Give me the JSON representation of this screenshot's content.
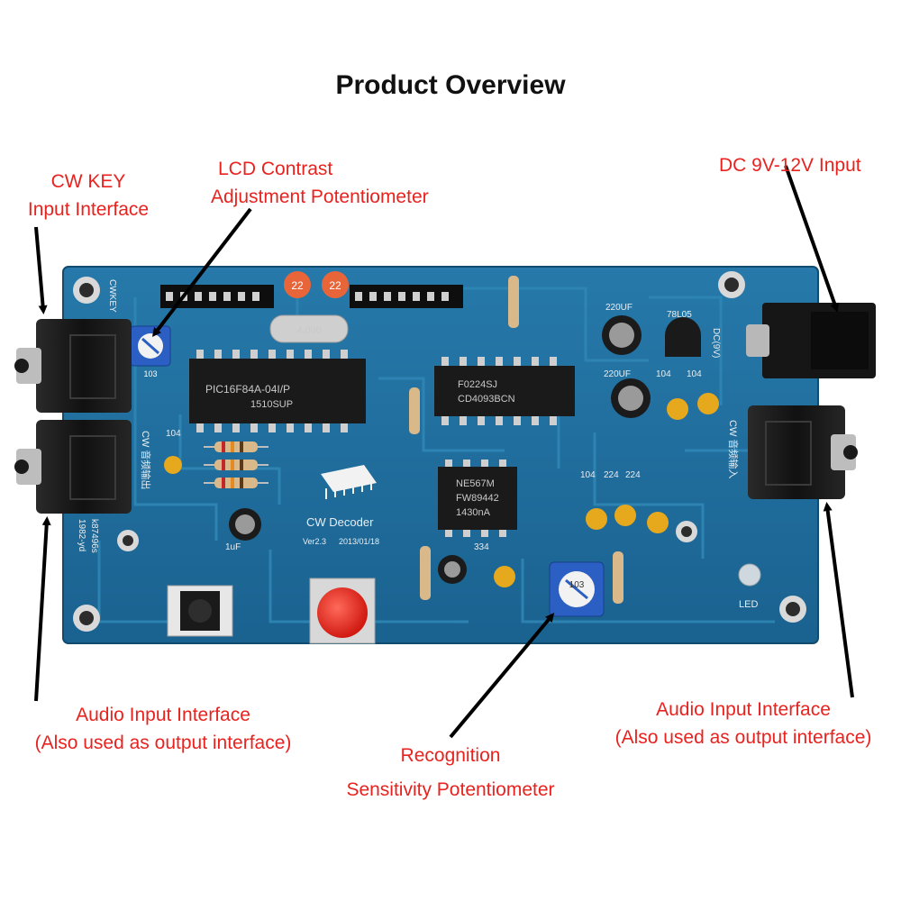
{
  "title": "Product Overview",
  "callouts": {
    "cw_key": [
      "CW KEY",
      "Input Interface"
    ],
    "lcd_contrast": [
      "LCD Contrast",
      "Adjustment Potentiometer"
    ],
    "dc_input": [
      "DC 9V-12V Input"
    ],
    "audio_left": [
      "Audio Input Interface",
      "(Also used as output interface)"
    ],
    "recognition": [
      "Recognition",
      "Sensitivity Potentiometer"
    ],
    "audio_right": [
      "Audio Input Interface",
      "(Also used as output interface)"
    ]
  },
  "board": {
    "product_name": "CW Decoder",
    "version": "Ver2.3",
    "date": "2013/01/18",
    "mcu_chip": [
      "PIC16F84A-04I/P",
      "1510SUP"
    ],
    "cd4093_chip": [
      "F0224SJ",
      "CD4093BCN"
    ],
    "ne567_chip": [
      "NE567M",
      "FW89442",
      "1430nA"
    ],
    "crystal": "4.000",
    "silk_cwkey": "CWKEY",
    "silk_dc": "DC(9V)",
    "silk_regulator": "78L05",
    "silk_led": "LED",
    "silk_audio_out": "CW 音频输出",
    "silk_audio_in": "CW 音频输入",
    "silk_ids": [
      "k87496s",
      "1982-yd"
    ],
    "cap_labels": [
      "220UF",
      "220UF",
      "104",
      "104",
      "104",
      "104",
      "224",
      "224",
      "334",
      "1uF",
      "22",
      "22"
    ],
    "pot_marks": [
      "103",
      "103"
    ]
  },
  "colors": {
    "label_red": "#e8231f",
    "pcb_blue": "#1d6e9c",
    "pcb_dark": "#155a82",
    "trace": "#2f86b5"
  }
}
